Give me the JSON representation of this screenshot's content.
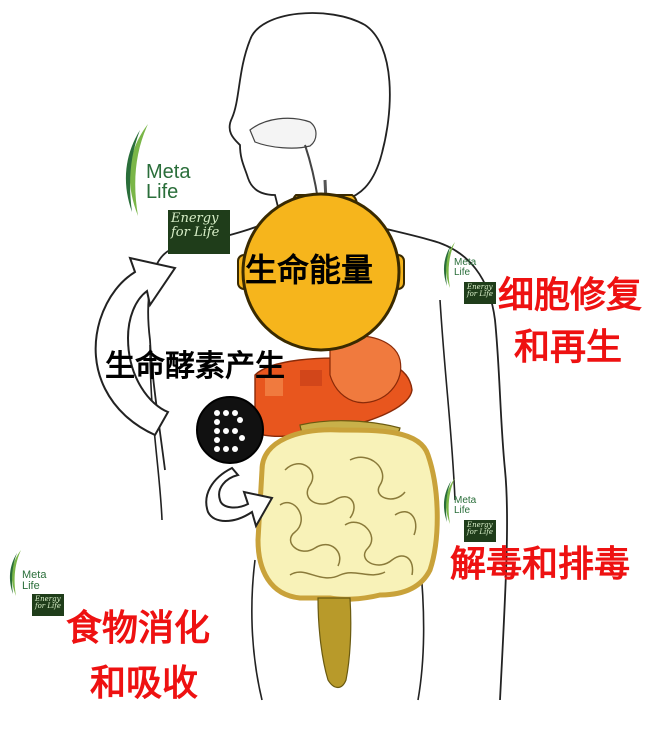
{
  "center_label": "生命能量",
  "enzyme_label": "生命酵素产生",
  "cell_repair": {
    "line1": "细胞修复",
    "line2": "和再生"
  },
  "detox": "解毒和排毒",
  "digestion": {
    "line1": "食物消化",
    "line2": "和吸收"
  },
  "logo": {
    "meta": "Meta",
    "life": "Life",
    "tag_line1": "Energy",
    "tag_line2": "for Life"
  },
  "colors": {
    "energy_fill": "#f6b51c",
    "energy_stroke": "#3a2a00",
    "liver": "#e8561e",
    "intestine": "#f8f2b8",
    "intestine_line": "#c9a23a",
    "label_red": "#ee1111",
    "logo_green": "#2a6e3a",
    "logo_tag_bg": "#1f3d1a"
  },
  "icons": [
    "enzyme-icon",
    "cycle-arrow-icon",
    "small-arrow-icon",
    "leaf-swoosh-icon"
  ]
}
